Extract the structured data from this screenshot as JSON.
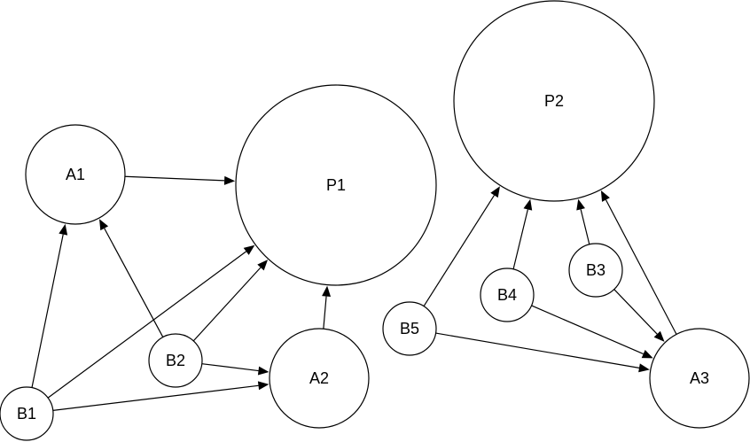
{
  "diagram": {
    "nodes": [
      {
        "id": "A1",
        "label": "A1"
      },
      {
        "id": "P1",
        "label": "P1"
      },
      {
        "id": "A2",
        "label": "A2"
      },
      {
        "id": "B1",
        "label": "B1"
      },
      {
        "id": "B2",
        "label": "B2"
      },
      {
        "id": "P2",
        "label": "P2"
      },
      {
        "id": "B3",
        "label": "B3"
      },
      {
        "id": "B4",
        "label": "B4"
      },
      {
        "id": "B5",
        "label": "B5"
      },
      {
        "id": "A3",
        "label": "A3"
      }
    ],
    "edges": [
      {
        "from": "A1",
        "to": "P1"
      },
      {
        "from": "B1",
        "to": "A1"
      },
      {
        "from": "B1",
        "to": "P1"
      },
      {
        "from": "B1",
        "to": "A2"
      },
      {
        "from": "B2",
        "to": "A1"
      },
      {
        "from": "B2",
        "to": "P1"
      },
      {
        "from": "B2",
        "to": "A2"
      },
      {
        "from": "A2",
        "to": "P1"
      },
      {
        "from": "B5",
        "to": "P2"
      },
      {
        "from": "B5",
        "to": "A3"
      },
      {
        "from": "B4",
        "to": "P2"
      },
      {
        "from": "B4",
        "to": "A3"
      },
      {
        "from": "B3",
        "to": "P2"
      },
      {
        "from": "B3",
        "to": "A3"
      },
      {
        "from": "A3",
        "to": "P2"
      }
    ]
  }
}
